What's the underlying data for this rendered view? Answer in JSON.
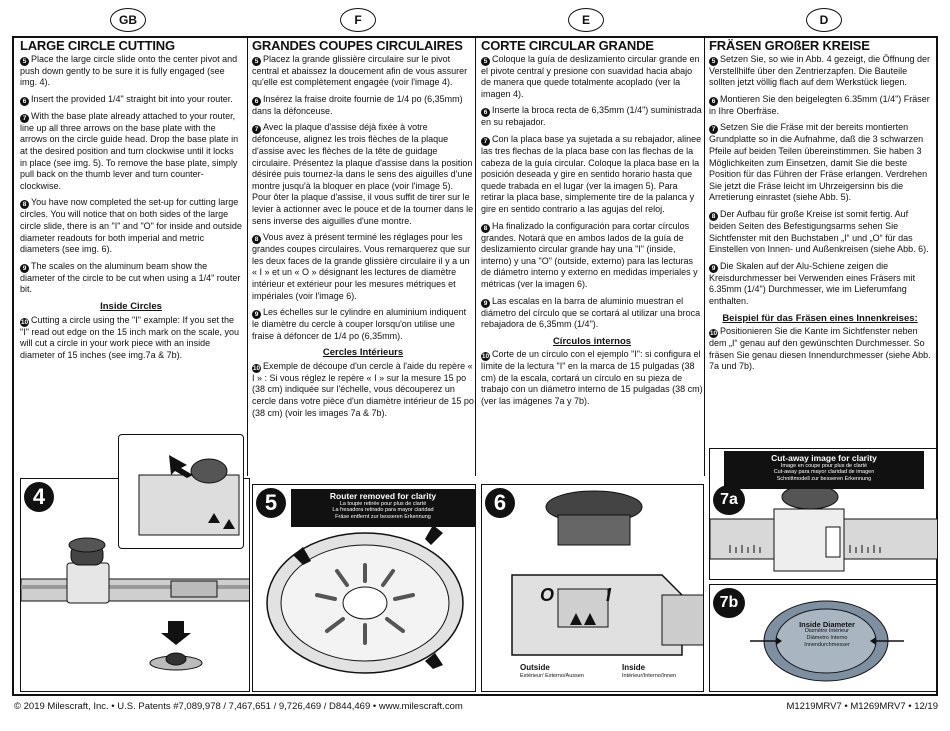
{
  "badges": [
    "GB",
    "F",
    "E",
    "D"
  ],
  "columns": [
    {
      "title": "LARGE CIRCLE CUTTING",
      "paras": [
        {
          "n": "5",
          "t": "Place the large circle slide onto the center pivot and push down gently to be sure it is fully engaged (see img. 4)."
        },
        {
          "n": "6",
          "t": "Insert the provided 1/4\" straight bit into your router."
        },
        {
          "n": "7",
          "t": "With the base plate already attached to your router, line up all three arrows on the base plate with the arrows on the circle guide head. Drop the base plate in at the desired position and turn clockwise until it locks in place (see img. 5). To remove the base plate, simply pull back on the thumb lever and turn counter-clockwise."
        },
        {
          "n": "8",
          "t": "You have now completed the set-up for cutting large circles. You will notice that on both sides of the large circle slide, there is an \"I\" and \"O\" for inside and outside diameter readouts for both imperial and metric diameters (see img. 6)."
        },
        {
          "n": "9",
          "t": "The scales on the aluminum beam show the diameter of the circle to be cut when using a 1/4\" router bit."
        }
      ],
      "subheading": "Inside Circles",
      "paras2": [
        {
          "n": "10",
          "t": "Cutting a circle using the \"I\" example: If you set the \"I\" read out edge on the 15 inch mark on the scale, you will cut a circle in your work piece with an inside diameter of 15 inches (see img.7a & 7b)."
        }
      ]
    },
    {
      "title": "GRANDES COUPES CIRCULAIRES",
      "paras": [
        {
          "n": "5",
          "t": "Placez la grande glissière circulaire sur le pivot central et abaissez la doucement afin de vous assurer qu'elle est complètement engagée (voir l'image 4)."
        },
        {
          "n": "6",
          "t": "Insérez la fraise droite fournie de 1/4 po (6,35mm) dans la défonceuse."
        },
        {
          "n": "7",
          "t": "Avec la plaque d'assise déjà fixée à votre défonceuse, alignez les trois flèches de la plaque d'assise avec les flèches de la tête de guidage circulaire. Présentez la plaque d'assise dans la position désirée puis tournez-la dans le sens des aiguilles d'une montre jusqu'à la bloquer en place (voir l'image 5). Pour ôter la plaque d'assise, il vous suffit de tirer sur le levier à actionner avec le pouce et de la tourner dans le sens inverse des aiguilles d'une montre."
        },
        {
          "n": "8",
          "t": "Vous avez à présent terminé les réglages pour les grandes coupes circulaires. Vous remarquerez que sur les deux faces de la grande glissière circulaire il y a un « I » et un « O » désignant les lectures de diamètre intérieur et extérieur pour les mesures métriques et impériales (voir l'image 6)."
        },
        {
          "n": "9",
          "t": "Les échelles sur le cylindre en aluminium indiquent le diamètre du cercle à couper lorsqu'on utilise une fraise à défoncer de 1/4 po (6,35mm)."
        }
      ],
      "subheading": "Cercles Intérieurs",
      "paras2": [
        {
          "n": "10",
          "t": "Exemple de découpe d'un cercle à l'aide du repère « I » : Si vous réglez le repère « I » sur la mesure 15 po (38 cm) indiquée sur l'échelle, vous découperez un cercle dans votre pièce d'un diamètre intérieur de 15 po (38 cm) (voir les images 7a & 7b)."
        }
      ]
    },
    {
      "title": "CORTE CIRCULAR GRANDE",
      "paras": [
        {
          "n": "5",
          "t": "Coloque la guía de deslizamiento circular grande en el pivote central y presione con suavidad hacia abajo de manera que quede totalmente acoplado (ver la imagen 4)."
        },
        {
          "n": "6",
          "t": "Inserte la broca recta de 6,35mm (1/4\") suministrada en su rebajador."
        },
        {
          "n": "7",
          "t": "Con la placa base ya sujetada a su rebajador, alinee las tres flechas de la placa base con las flechas de la cabeza de la guía circular. Coloque la placa base en la posición deseada y gire en sentido horario hasta que quede trabada en el lugar (ver la imagen 5). Para retirar la placa base, simplemente tire de la palanca y gire en sentido contrario a las agujas del reloj."
        },
        {
          "n": "8",
          "t": "Ha finalizado la configuración para cortar círculos grandes. Notará que en ambos lados de la guía de deslizamiento circular grande hay una \"I\" (inside, interno) y una \"O\" (outside, externo) para las lecturas de diámetro interno y externo en medidas imperiales y métricas (ver la imagen 6)."
        },
        {
          "n": "9",
          "t": "Las escalas en la barra de aluminio muestran el diámetro del círculo que se cortará al utilizar una broca rebajadora de 6,35mm (1/4\")."
        }
      ],
      "subheading": "Círculos internos",
      "paras2": [
        {
          "n": "10",
          "t": "Corte de un círculo con el ejemplo \"I\": si configura el límite de la lectura \"I\" en la marca de 15 pulgadas (38 cm) de la escala, cortará un círculo en su pieza de trabajo con un diámetro interno de 15 pulgadas (38 cm) (ver las imágenes 7a y 7b)."
        }
      ]
    },
    {
      "title": "FRÄSEN GROßER KREISE",
      "paras": [
        {
          "n": "5",
          "t": "Setzen Sie, so wie in Abb. 4 gezeigt, die Öffnung der Verstellhilfe über den Zentrierzapfen. Die Bauteile sollten jetzt völlig flach auf dem Werkstück liegen."
        },
        {
          "n": "6",
          "t": "Montieren Sie den beigelegten 6.35mm (1/4\") Fräser in Ihre Oberfräse."
        },
        {
          "n": "7",
          "t": "Setzen Sie die Fräse mit der bereits montierten Grundplatte so in die Aufnahme, daß die 3 schwarzen Pfeile auf beiden Teilen übereinstimmen. Sie haben 3 Möglichkeiten zum Einsetzen, damit Sie die beste Position für das Führen der Fräse erlangen. Verdrehen Sie jetzt die Fräse leicht im Uhrzeigersinn bis die Arretierung einrastet (siehe Abb. 5)."
        },
        {
          "n": "8",
          "t": "Der Aufbau für große Kreise ist somit fertig. Auf beiden Seiten des Befestigungsarms sehen Sie Sichtfenster mit den Buchstaben „I“ und „O“ für das Einstellen von Innen- und Außenkreisen (siehe Abb. 6)."
        },
        {
          "n": "9",
          "t": "Die Skalen auf der Alu-Schiene zeigen die Kreisdurchmesser bei Verwenden eines Fräsers mit 6.35mm (1/4\") Durchmesser, wie im Lieferumfang enthalten."
        }
      ],
      "subheading": "Beispiel für das Fräsen eines Innenkreises:",
      "paras2": [
        {
          "n": "10",
          "t": "Positionieren Sie die Kante im Sichtfenster neben dem „I“ genau auf den gewünschten Durchmesser. So fräsen Sie genau diesen Innendurchmesser (siehe Abb. 7a und 7b)."
        }
      ]
    }
  ],
  "figures": {
    "fig4_label": "4",
    "fig5_label": "5",
    "fig6_label": "6",
    "fig7a_label": "7a",
    "fig7b_label": "7b",
    "fig5_caption": [
      "Router removed for clarity",
      "La toupie retirée pour plus de clarté",
      "La fresadora retirado para mayor claridad",
      "Fräse entfernt zur besseren Erkennung"
    ],
    "fig7_caption": [
      "Cut-away image for clarity",
      "Image en coupe pour plus de clarté",
      "Cut-away para mayor claridad de imagen",
      "Schnittmodell zur besseren Erkennung"
    ],
    "fig6_o": "O",
    "fig6_i": "I",
    "fig6_outside": [
      "Outside",
      "Extérieur/ Externo/Aussen"
    ],
    "fig6_inside": [
      "Inside",
      "Intérieur/Interno/Innen"
    ],
    "fig7b_diam": [
      "Inside Diameter",
      "Diamètre Intérieur",
      "Diámetro Interno",
      "Innendurchmesser"
    ]
  },
  "footer": {
    "left": "© 2019 Milescraft, Inc. • U.S. Patents #7,089,978 / 7,467,651 / 9,726,469 / D844,469 • www.milescraft.com",
    "right": "M1219MRV7 • M1269MRV7 • 12/19"
  }
}
